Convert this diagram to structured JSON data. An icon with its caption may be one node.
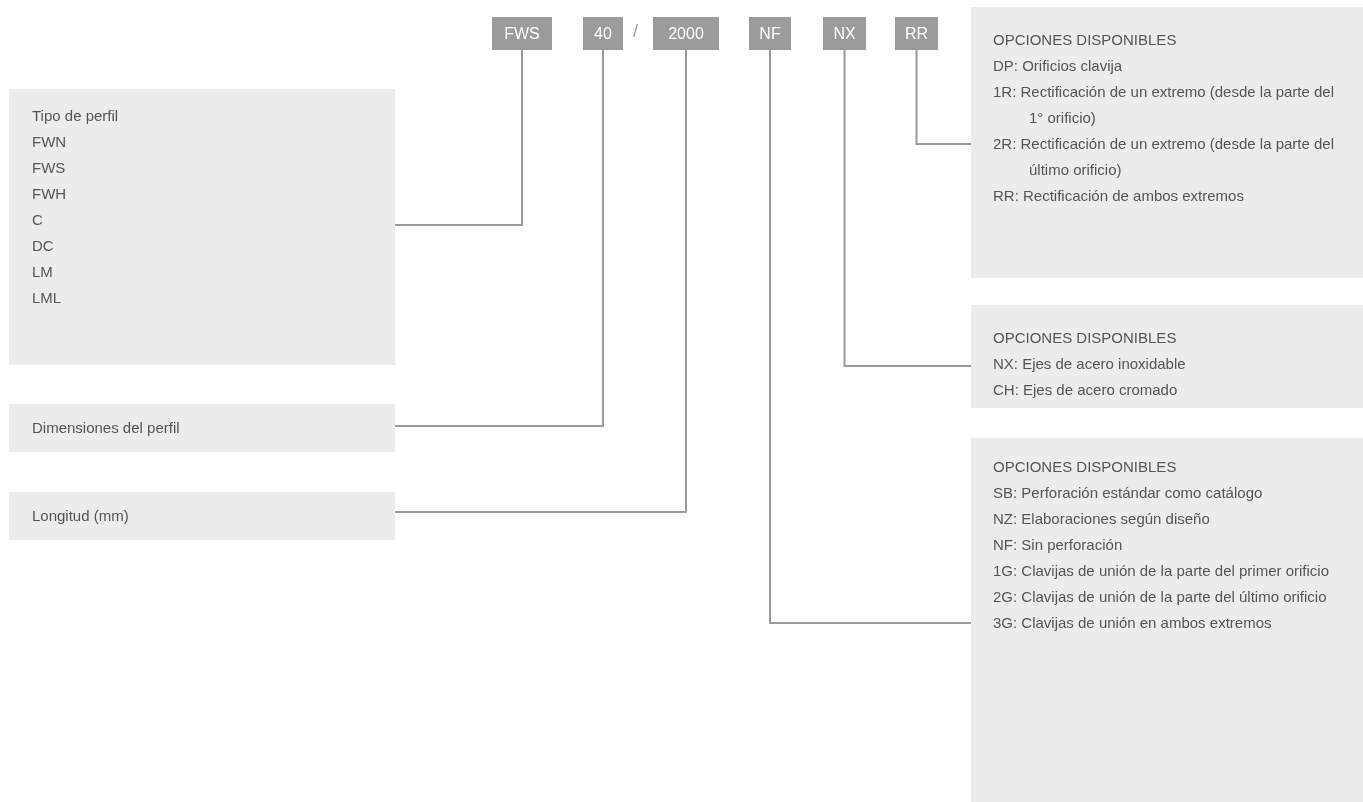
{
  "diagram": {
    "nodes": [
      {
        "text": [
          "FWS"
        ]
      },
      {
        "text": [
          "40"
        ]
      },
      {
        "text": [
          "2000"
        ]
      },
      {
        "text": [
          "NF"
        ]
      },
      {
        "text": [
          "NX"
        ]
      },
      {
        "text": [
          "RR"
        ]
      },
      {
        "text": [
          "Tipo de perfil",
          "FWN",
          "FWS",
          "FWH",
          "C",
          "DC",
          "LM",
          "LML"
        ]
      },
      {
        "text": [
          "Dimensiones del perfil"
        ]
      },
      {
        "text": [
          "Longitud (mm)"
        ]
      },
      {
        "text": [
          "OPCIONES DISPONIBLES",
          "DP: Orificios clavija",
          "1R: Rectificación de un extremo (desde la parte del 1° orificio)",
          "2R: Rectificación de un extremo (desde la parte del último orificio)",
          "RR: Rectificación de ambos extremos"
        ]
      },
      {
        "text": [
          "OPCIONES DISPONIBLES",
          "NX: Ejes de acero inoxidable",
          "CH: Ejes de acero cromado"
        ]
      },
      {
        "text": [
          "OPCIONES DISPONIBLES",
          "SB: Perforación estándar como catálogo",
          "NZ: Elaboraciones según diseño",
          "NF: Sin perforación",
          "1G: Clavijas de unión de la parte del primer orificio",
          "2G: Clavijas de unión de la parte del último orificio",
          "3G: Clavijas de unión en ambos extremos"
        ]
      }
    ],
    "edges": [
      {
        "from": 0,
        "to": 6,
        "arrow": "none"
      },
      {
        "from": 1,
        "to": 7,
        "arrow": "none"
      },
      {
        "from": 2,
        "to": 8,
        "arrow": "none"
      },
      {
        "from": 3,
        "to": 11,
        "arrow": "none"
      },
      {
        "from": 4,
        "to": 10,
        "arrow": "none"
      },
      {
        "from": 5,
        "to": 9,
        "arrow": "none"
      }
    ],
    "labels": [
      "/"
    ]
  }
}
